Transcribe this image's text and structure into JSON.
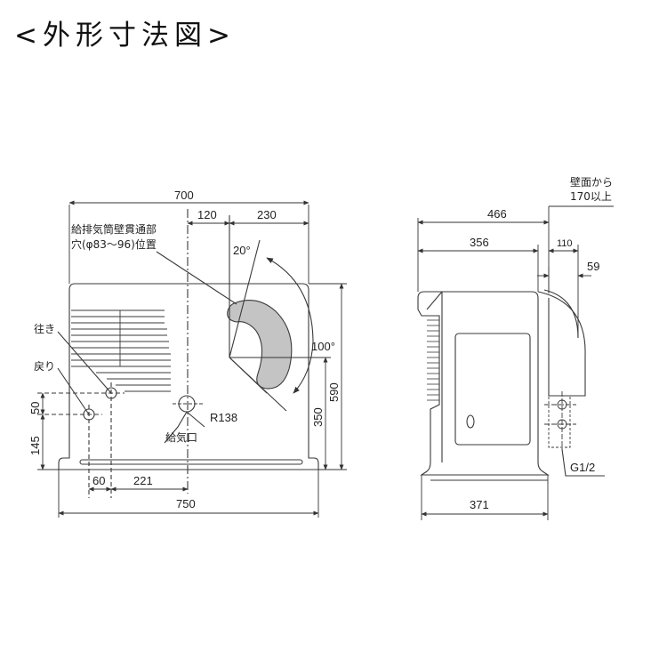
{
  "title": "<外形寸法図>",
  "front": {
    "dims": {
      "w700": "700",
      "w120": "120",
      "w230": "230",
      "w750": "750",
      "h590": "590",
      "h350": "350",
      "d60": "60",
      "d221": "221",
      "h145": "145",
      "h50": "50",
      "angle20": "20°",
      "angle100": "100°",
      "radius": "R138"
    },
    "labels": {
      "duct_line1": "給排気筒壁貫通部",
      "duct_line2": "穴(φ83〜96)位置",
      "outgoing": "往き",
      "return": "戻り",
      "air_intake": "給気口"
    }
  },
  "side": {
    "dims": {
      "d466": "466",
      "d356": "356",
      "d110": "110",
      "d59": "59",
      "d371": "371"
    },
    "labels": {
      "wall_line1": "壁面から",
      "wall_line2": "170以上",
      "thread": "G1/2"
    }
  },
  "colors": {
    "line": "#3a3a3a",
    "duct_fill": "#c4c4c4"
  }
}
